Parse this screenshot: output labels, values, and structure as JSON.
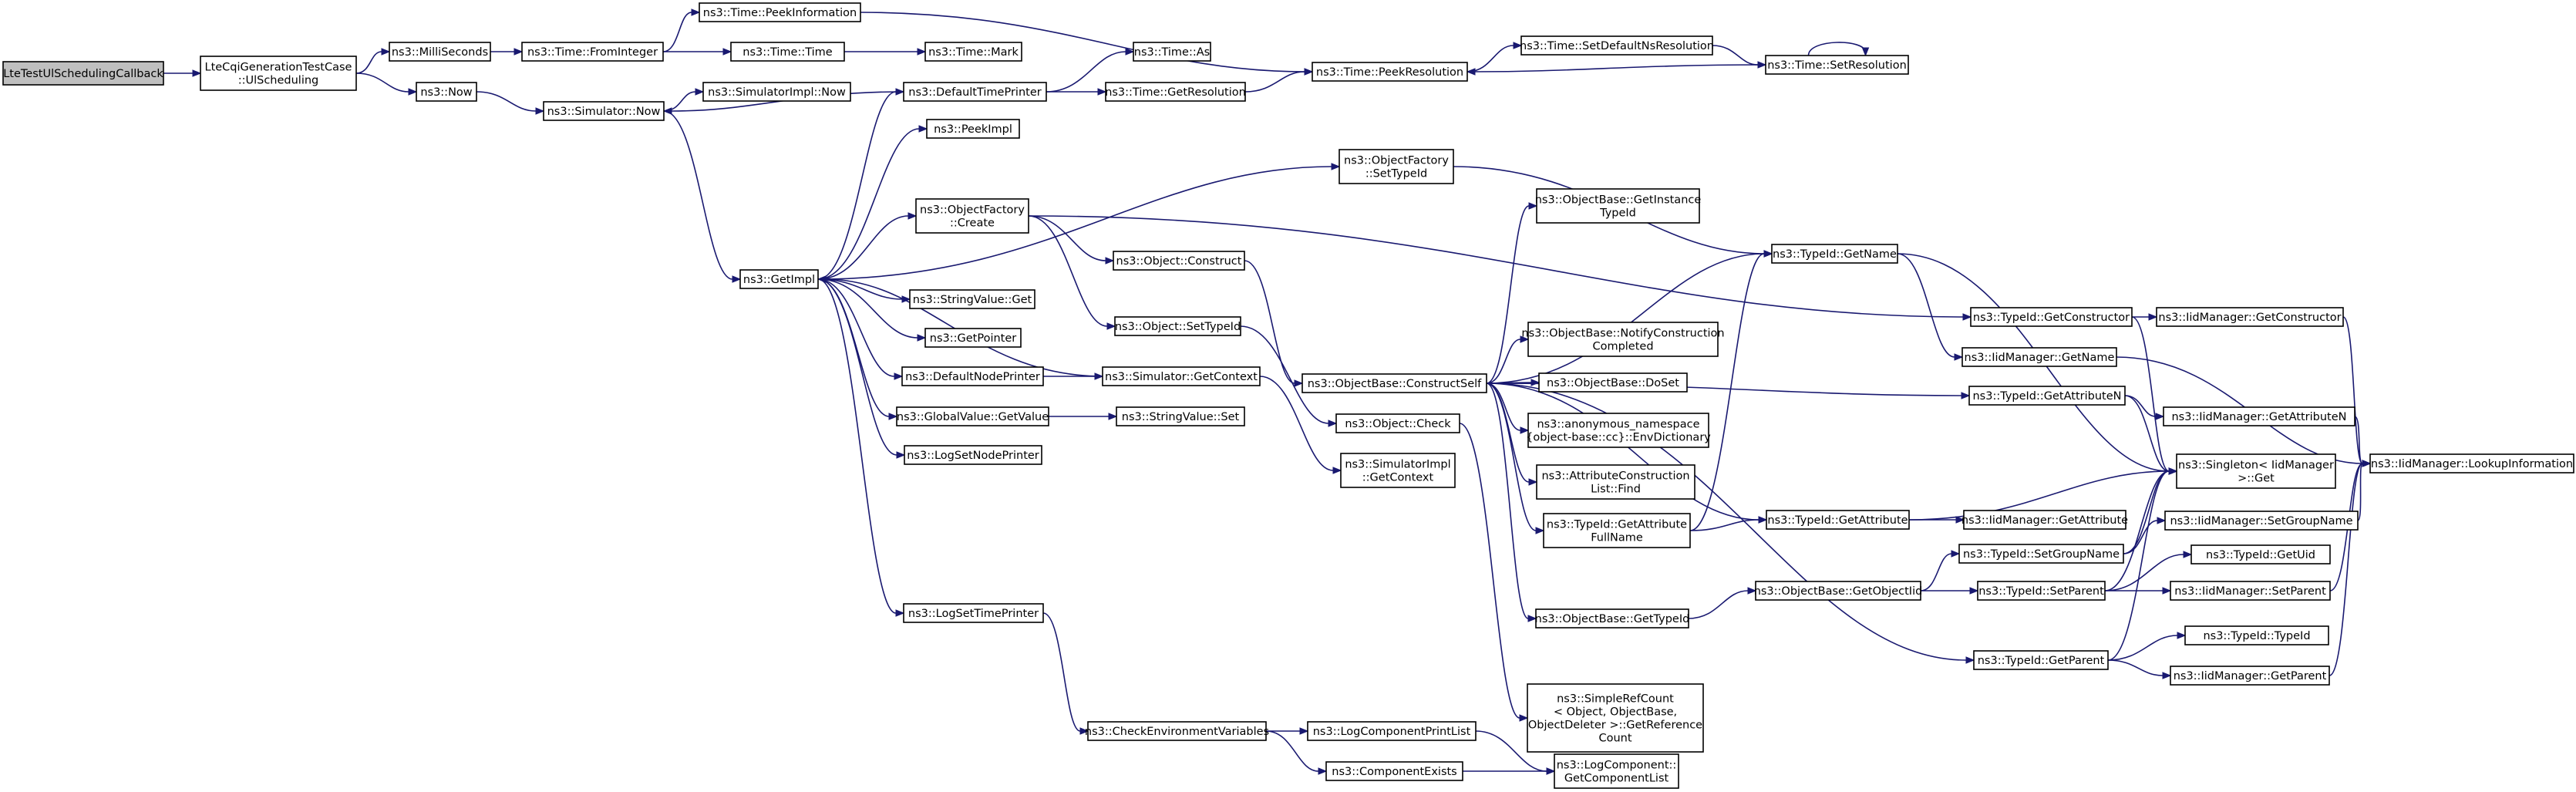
{
  "nodes": {
    "root": [
      "LteTestUlSchedulingCallback"
    ],
    "cqi": [
      "LteCqiGenerationTestCase",
      "::UlScheduling"
    ],
    "milli": [
      "ns3::MilliSeconds"
    ],
    "now": [
      "ns3::Now"
    ],
    "fromint": [
      "ns3::Time::FromInteger"
    ],
    "peekinfo": [
      "ns3::Time::PeekInformation"
    ],
    "timetime": [
      "ns3::Time::Time"
    ],
    "mark": [
      "ns3::Time::Mark"
    ],
    "simnow": [
      "ns3::Simulator::Now"
    ],
    "implnow": [
      "ns3::SimulatorImpl::Now"
    ],
    "dtp": [
      "ns3::DefaultTimePrinter"
    ],
    "as": [
      "ns3::Time::As"
    ],
    "getres": [
      "ns3::Time::GetResolution"
    ],
    "peekres": [
      "ns3::Time::PeekResolution"
    ],
    "setdefres": [
      "ns3::Time::SetDefaultNsResolution"
    ],
    "setres": [
      "ns3::Time::SetResolution"
    ],
    "peekimpl": [
      "ns3::PeekImpl"
    ],
    "ofsettype": [
      "ns3::ObjectFactory",
      "::SetTypeId"
    ],
    "ofcreate": [
      "ns3::ObjectFactory",
      "::Create"
    ],
    "getimpl": [
      "ns3::GetImpl"
    ],
    "objconstruct": [
      "ns3::Object::Construct"
    ],
    "strget": [
      "ns3::StringValue::Get"
    ],
    "getpointer": [
      "ns3::GetPointer"
    ],
    "objsettype": [
      "ns3::Object::SetTypeId"
    ],
    "dnp": [
      "ns3::DefaultNodePrinter"
    ],
    "simctx": [
      "ns3::Simulator::GetContext"
    ],
    "gvget": [
      "ns3::GlobalValue::GetValue"
    ],
    "strset": [
      "ns3::StringValue::Set"
    ],
    "lsnp": [
      "ns3::LogSetNodePrinter"
    ],
    "implctx": [
      "ns3::SimulatorImpl",
      "::GetContext"
    ],
    "lstp": [
      "ns3::LogSetTimePrinter"
    ],
    "cev": [
      "ns3::CheckEnvironmentVariables"
    ],
    "lcpl": [
      "ns3::LogComponentPrintList"
    ],
    "compexists": [
      "ns3::ComponentExists"
    ],
    "lcgcl": [
      "ns3::LogComponent::",
      "GetComponentList"
    ],
    "obgetinst": [
      "ns3::ObjectBase::GetInstance",
      "TypeId"
    ],
    "obconstructself": [
      "ns3::ObjectBase::ConstructSelf"
    ],
    "obnotify": [
      "ns3::ObjectBase::NotifyConstruction",
      "Completed"
    ],
    "obdoset": [
      "ns3::ObjectBase::DoSet"
    ],
    "anon": [
      "ns3::anonymous_namespace",
      "{object-base::cc}::EnvDictionary"
    ],
    "objcheck": [
      "ns3::Object::Check"
    ],
    "acfind": [
      "ns3::AttributeConstruction",
      "List::Find"
    ],
    "tgafn": [
      "ns3::TypeId::GetAttribute",
      "FullName"
    ],
    "obgettype": [
      "ns3::ObjectBase::GetTypeId"
    ],
    "src": [
      "ns3::SimpleRefCount",
      "< Object, ObjectBase,",
      "ObjectDeleter >::GetReference",
      "Count"
    ],
    "tgetname": [
      "ns3::TypeId::GetName"
    ],
    "tgetctor": [
      "ns3::TypeId::GetConstructor"
    ],
    "iidgetctor": [
      "ns3::IidManager::GetConstructor"
    ],
    "iidgetname": [
      "ns3::IidManager::GetName"
    ],
    "tgetattrn": [
      "ns3::TypeId::GetAttributeN"
    ],
    "iidgetattrn": [
      "ns3::IidManager::GetAttributeN"
    ],
    "singleton": [
      "ns3::Singleton< IidManager",
      ">::Get"
    ],
    "lookup": [
      "ns3::IidManager::LookupInformation"
    ],
    "tgetattr": [
      "ns3::TypeId::GetAttribute"
    ],
    "iidgetattr": [
      "ns3::IidManager::GetAttribute"
    ],
    "tsetgroup": [
      "ns3::TypeId::SetGroupName"
    ],
    "iidsetgroup": [
      "ns3::IidManager::SetGroupName"
    ],
    "obgetobjtid": [
      "ns3::ObjectBase::GetObjectIid"
    ],
    "tsetparent": [
      "ns3::TypeId::SetParent"
    ],
    "tgetuid": [
      "ns3::TypeId::GetUid"
    ],
    "iidsetparent": [
      "ns3::IidManager::SetParent"
    ],
    "tgetparent": [
      "ns3::TypeId::GetParent"
    ],
    "ttypeid": [
      "ns3::TypeId::TypeId"
    ],
    "iidgetparent": [
      "ns3::IidManager::GetParent"
    ]
  }
}
